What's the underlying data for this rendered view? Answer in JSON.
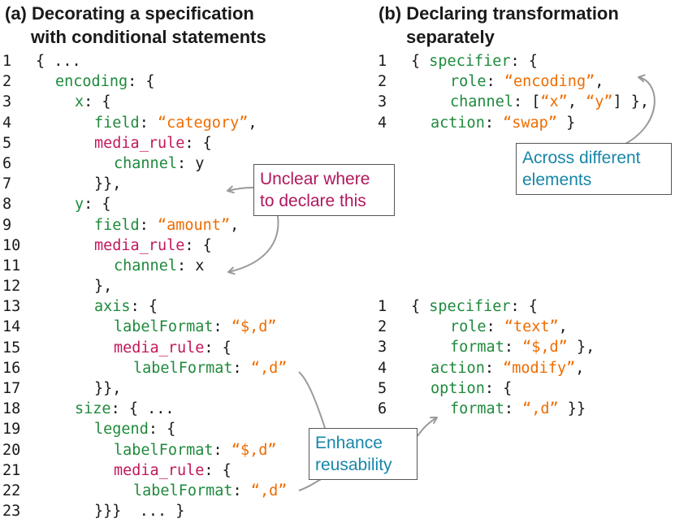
{
  "panel_a": {
    "heading": [
      "(a) Decorating a specification",
      "with conditional statements"
    ],
    "lines": [
      {
        "n": "1",
        "indent": 0,
        "tokens": [
          {
            "t": "{ ...",
            "c": "p"
          }
        ]
      },
      {
        "n": "2",
        "indent": 1,
        "tokens": [
          {
            "t": "encoding",
            "c": "k"
          },
          {
            "t": ": {",
            "c": "p"
          }
        ]
      },
      {
        "n": "3",
        "indent": 2,
        "tokens": [
          {
            "t": "x",
            "c": "k"
          },
          {
            "t": ": {",
            "c": "p"
          }
        ]
      },
      {
        "n": "4",
        "indent": 3,
        "tokens": [
          {
            "t": "field",
            "c": "k"
          },
          {
            "t": ": ",
            "c": "p"
          },
          {
            "t": "“category”",
            "c": "s"
          },
          {
            "t": ",",
            "c": "p"
          }
        ]
      },
      {
        "n": "5",
        "indent": 3,
        "tokens": [
          {
            "t": "media_rule",
            "c": "m"
          },
          {
            "t": ": {",
            "c": "p"
          }
        ]
      },
      {
        "n": "6",
        "indent": 4,
        "tokens": [
          {
            "t": "channel",
            "c": "k"
          },
          {
            "t": ": y",
            "c": "p"
          }
        ]
      },
      {
        "n": "7",
        "indent": 3,
        "tokens": [
          {
            "t": "}},",
            "c": "p"
          }
        ]
      },
      {
        "n": "8",
        "indent": 2,
        "tokens": [
          {
            "t": "y",
            "c": "k"
          },
          {
            "t": ": {",
            "c": "p"
          }
        ]
      },
      {
        "n": "9",
        "indent": 3,
        "tokens": [
          {
            "t": "field",
            "c": "k"
          },
          {
            "t": ": ",
            "c": "p"
          },
          {
            "t": "“amount”",
            "c": "s"
          },
          {
            "t": ",",
            "c": "p"
          }
        ]
      },
      {
        "n": "10",
        "indent": 3,
        "tokens": [
          {
            "t": "media_rule",
            "c": "m"
          },
          {
            "t": ": {",
            "c": "p"
          }
        ]
      },
      {
        "n": "11",
        "indent": 4,
        "tokens": [
          {
            "t": "channel",
            "c": "k"
          },
          {
            "t": ": x",
            "c": "p"
          }
        ]
      },
      {
        "n": "12",
        "indent": 3,
        "tokens": [
          {
            "t": "},",
            "c": "p"
          }
        ]
      },
      {
        "n": "13",
        "indent": 3,
        "tokens": [
          {
            "t": "axis",
            "c": "k"
          },
          {
            "t": ": {",
            "c": "p"
          }
        ]
      },
      {
        "n": "14",
        "indent": 4,
        "tokens": [
          {
            "t": "labelFormat",
            "c": "k"
          },
          {
            "t": ": ",
            "c": "p"
          },
          {
            "t": "“$,d”",
            "c": "s"
          }
        ]
      },
      {
        "n": "15",
        "indent": 4,
        "tokens": [
          {
            "t": "media_rule",
            "c": "m"
          },
          {
            "t": ": {",
            "c": "p"
          }
        ]
      },
      {
        "n": "16",
        "indent": 5,
        "tokens": [
          {
            "t": "labelFormat",
            "c": "k"
          },
          {
            "t": ": ",
            "c": "p"
          },
          {
            "t": "“,d”",
            "c": "s"
          }
        ]
      },
      {
        "n": "17",
        "indent": 3,
        "tokens": [
          {
            "t": "}},",
            "c": "p"
          }
        ]
      },
      {
        "n": "18",
        "indent": 2,
        "tokens": [
          {
            "t": "size",
            "c": "k"
          },
          {
            "t": ": { ...",
            "c": "p"
          }
        ]
      },
      {
        "n": "19",
        "indent": 3,
        "tokens": [
          {
            "t": "legend",
            "c": "k"
          },
          {
            "t": ": {",
            "c": "p"
          }
        ]
      },
      {
        "n": "20",
        "indent": 4,
        "tokens": [
          {
            "t": "labelFormat",
            "c": "k"
          },
          {
            "t": ": ",
            "c": "p"
          },
          {
            "t": "“$,d”",
            "c": "s"
          }
        ]
      },
      {
        "n": "21",
        "indent": 4,
        "tokens": [
          {
            "t": "media_rule",
            "c": "m"
          },
          {
            "t": ": {",
            "c": "p"
          }
        ]
      },
      {
        "n": "22",
        "indent": 5,
        "tokens": [
          {
            "t": "labelFormat",
            "c": "k"
          },
          {
            "t": ": ",
            "c": "p"
          },
          {
            "t": "“,d”",
            "c": "s"
          }
        ]
      },
      {
        "n": "23",
        "indent": 3,
        "tokens": [
          {
            "t": "}}}  ... }",
            "c": "p"
          }
        ]
      }
    ]
  },
  "panel_b": {
    "heading": [
      "(b) Declaring transformation",
      "separately"
    ],
    "block1": [
      {
        "n": "1",
        "indent": 0,
        "tokens": [
          {
            "t": "{ ",
            "c": "p"
          },
          {
            "t": "specifier",
            "c": "k"
          },
          {
            "t": ": {",
            "c": "p"
          }
        ]
      },
      {
        "n": "2",
        "indent": 2,
        "tokens": [
          {
            "t": "role",
            "c": "k"
          },
          {
            "t": ": ",
            "c": "p"
          },
          {
            "t": "“encoding”",
            "c": "s"
          },
          {
            "t": ",",
            "c": "p"
          }
        ]
      },
      {
        "n": "3",
        "indent": 2,
        "tokens": [
          {
            "t": "channel",
            "c": "k"
          },
          {
            "t": ": [",
            "c": "p"
          },
          {
            "t": "“x”",
            "c": "s"
          },
          {
            "t": ", ",
            "c": "p"
          },
          {
            "t": "“y”",
            "c": "s"
          },
          {
            "t": "] },",
            "c": "p"
          }
        ]
      },
      {
        "n": "4",
        "indent": 1,
        "tokens": [
          {
            "t": "action",
            "c": "k"
          },
          {
            "t": ": ",
            "c": "p"
          },
          {
            "t": "“swap”",
            "c": "s"
          },
          {
            "t": " }",
            "c": "p"
          }
        ]
      }
    ],
    "block2": [
      {
        "n": "1",
        "indent": 0,
        "tokens": [
          {
            "t": "{ ",
            "c": "p"
          },
          {
            "t": "specifier",
            "c": "k"
          },
          {
            "t": ": {",
            "c": "p"
          }
        ]
      },
      {
        "n": "2",
        "indent": 2,
        "tokens": [
          {
            "t": "role",
            "c": "k"
          },
          {
            "t": ": ",
            "c": "p"
          },
          {
            "t": "“text”",
            "c": "s"
          },
          {
            "t": ",",
            "c": "p"
          }
        ]
      },
      {
        "n": "3",
        "indent": 2,
        "tokens": [
          {
            "t": "format",
            "c": "k"
          },
          {
            "t": ": ",
            "c": "p"
          },
          {
            "t": "“$,d”",
            "c": "s"
          },
          {
            "t": " },",
            "c": "p"
          }
        ]
      },
      {
        "n": "4",
        "indent": 1,
        "tokens": [
          {
            "t": "action",
            "c": "k"
          },
          {
            "t": ": ",
            "c": "p"
          },
          {
            "t": "“modify”",
            "c": "s"
          },
          {
            "t": ",",
            "c": "p"
          }
        ]
      },
      {
        "n": "5",
        "indent": 1,
        "tokens": [
          {
            "t": "option",
            "c": "k"
          },
          {
            "t": ": {",
            "c": "p"
          }
        ]
      },
      {
        "n": "6",
        "indent": 2,
        "tokens": [
          {
            "t": "format",
            "c": "k"
          },
          {
            "t": ": ",
            "c": "p"
          },
          {
            "t": "“,d”",
            "c": "s"
          },
          {
            "t": " }}",
            "c": "p"
          }
        ]
      }
    ]
  },
  "callouts": {
    "unclear": [
      "Unclear where",
      "to declare this"
    ],
    "reusability": [
      "Enhance",
      "reusability"
    ],
    "across": [
      "Across different",
      "elements"
    ]
  },
  "colors": {
    "keyword": "#1f8a3c",
    "media_rule": "#c2185b",
    "string": "#ef6c00",
    "callout_magenta": "#b0175e",
    "callout_teal": "#1786a8",
    "arrow": "#9a9a9a"
  }
}
